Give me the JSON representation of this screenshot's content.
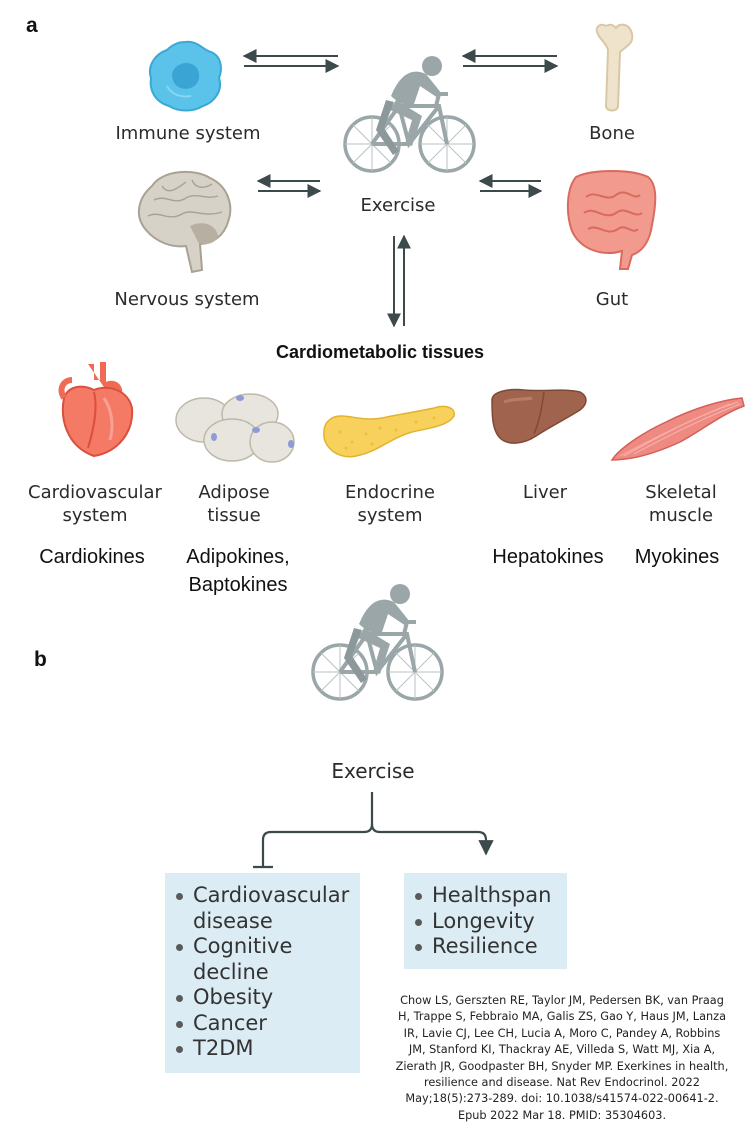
{
  "panel_a": {
    "label": "a",
    "center": "Exercise",
    "organs": {
      "immune": "Immune system",
      "bone": "Bone",
      "nervous": "Nervous system",
      "gut": "Gut"
    },
    "cardiometabolic_heading": "Cardiometabolic tissues",
    "tissues": [
      {
        "name_line1": "Cardiovascular",
        "name_line2": "system",
        "kine_line1": "Cardiokines",
        "kine_line2": ""
      },
      {
        "name_line1": "Adipose",
        "name_line2": "tissue",
        "kine_line1": "Adipokines,",
        "kine_line2": "Baptokines"
      },
      {
        "name_line1": "Endocrine",
        "name_line2": "system",
        "kine_line1": "",
        "kine_line2": ""
      },
      {
        "name_line1": "Liver",
        "name_line2": "",
        "kine_line1": "Hepatokines",
        "kine_line2": ""
      },
      {
        "name_line1": "Skeletal",
        "name_line2": "muscle",
        "kine_line1": "Myokines",
        "kine_line2": ""
      }
    ]
  },
  "panel_b": {
    "label": "b",
    "center": "Exercise",
    "inhibited": [
      "Cardiovascular",
      "disease",
      "Cognitive",
      "decline",
      "Obesity",
      "Cancer",
      "T2DM"
    ],
    "promoted": [
      "Healthspan",
      "Longevity",
      "Resilience"
    ]
  },
  "citation": [
    "Chow LS, Gerszten RE, Taylor JM, Pedersen BK, van Praag",
    "H, Trappe S, Febbraio MA, Galis ZS, Gao Y, Haus JM, Lanza",
    "IR, Lavie CJ, Lee CH, Lucia A, Moro C, Pandey A, Robbins",
    "JM, Stanford KI, Thackray AE, Villeda S, Watt MJ, Xia A,",
    "Zierath JR, Goodpaster BH, Snyder MP. Exerkines in health,",
    "resilience and disease. Nat Rev Endocrinol. 2022",
    "May;18(5):273-289. doi: 10.1038/s41574-022-00641-2.",
    "Epub 2022 Mar 18. PMID: 35304603."
  ],
  "colors": {
    "arrow": "#3d4a4c",
    "cyclist": "#9aa6a8",
    "box": "#dcecf4",
    "immune": "#5bc3ea",
    "bone": "#efe3cc",
    "brain": "#d7d2c8",
    "gut": "#f29a8e",
    "heart": "#f47a66",
    "adipose": "#e7e5dd",
    "pancreas": "#f7d15c",
    "liver": "#a0644e",
    "muscle": "#ef8a82"
  },
  "icons": [
    "immune-cell-icon",
    "bone-icon",
    "brain-icon",
    "gut-icon",
    "cyclist-icon",
    "heart-icon",
    "adipocytes-icon",
    "pancreas-icon",
    "liver-icon",
    "muscle-icon"
  ]
}
